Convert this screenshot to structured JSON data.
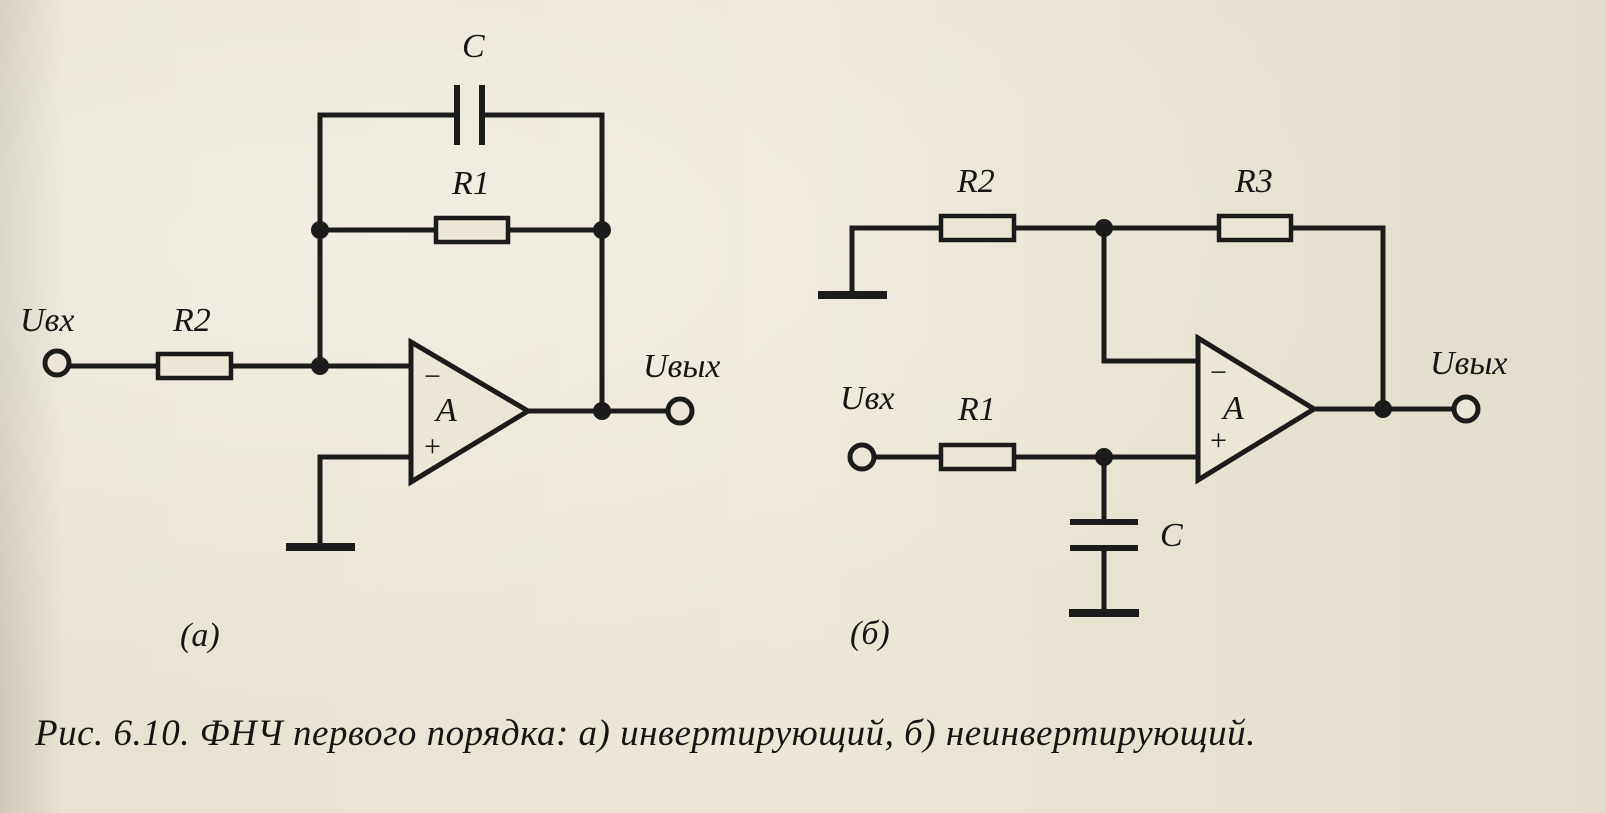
{
  "circuit_a": {
    "capacitor": "C",
    "r1": "R1",
    "r2": "R2",
    "input": "Uвх",
    "output": "Uвых",
    "opamp": "A",
    "minus": "−",
    "plus": "+",
    "tag": "(а)"
  },
  "circuit_b": {
    "r2": "R2",
    "r3": "R3",
    "r1": "R1",
    "capacitor": "C",
    "input": "Uвх",
    "output": "Uвых",
    "opamp": "A",
    "minus": "−",
    "plus": "+",
    "tag": "(б)"
  },
  "caption": "Рис. 6.10. ФНЧ первого порядка: а) инвертирующий, б) неинвертирующий."
}
